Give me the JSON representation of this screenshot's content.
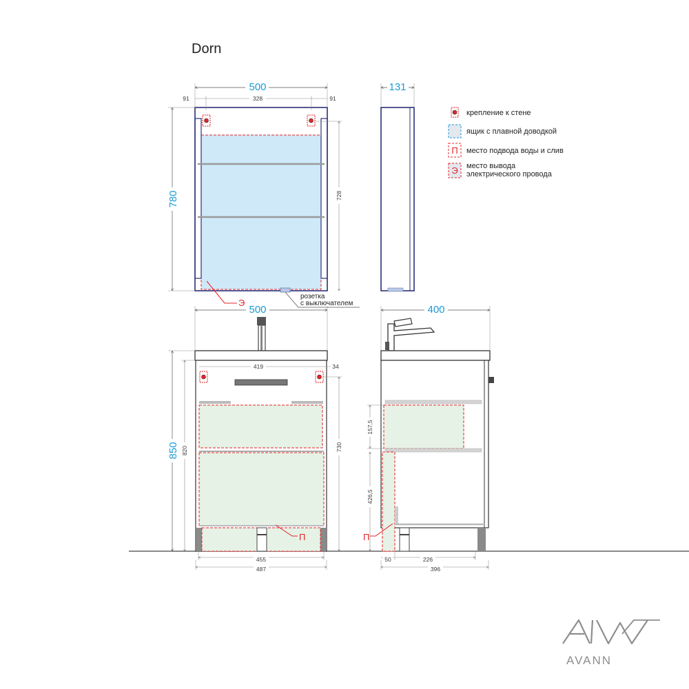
{
  "title": "Dorn",
  "colors": {
    "dimension_blue": "#1a9ad6",
    "red_marker": "#e2242a",
    "cabinet_outline": "#2a2f78",
    "drawer_fill": "#e6f2e6",
    "mirror_fill": "#cfe9f8"
  },
  "legend": {
    "wall_mount": "крепление к стене",
    "soft_close_drawer": "ящик с плавной доводкой",
    "water_label": "место подвода воды и слив",
    "electric_label_1": "место вывода",
    "electric_label_2": "электрического провода",
    "water_symbol": "П",
    "electric_symbol": "Э"
  },
  "mirror_front": {
    "width": "500",
    "side_left": "91",
    "inner": "328",
    "side_right": "91",
    "height": "780",
    "inner_height": "728",
    "electric_mark": "Э",
    "socket_label_1": "розетка",
    "socket_label_2": "с выключателем"
  },
  "mirror_side": {
    "depth": "131"
  },
  "vanity_front": {
    "width": "500",
    "top_inner": "419",
    "top_offset": "34",
    "height": "850",
    "height_body": "820",
    "height_inner": "730",
    "base_inner": "455",
    "base_outer": "487",
    "water_mark": "П"
  },
  "vanity_side": {
    "depth": "400",
    "drawer_h": "157,5",
    "lower_h": "426,5",
    "offset": "50",
    "pipe": "226",
    "depth_bottom": "396",
    "water_mark": "П"
  },
  "logo": {
    "brand": "AVANN",
    "icon": "avanti-logo-icon"
  }
}
